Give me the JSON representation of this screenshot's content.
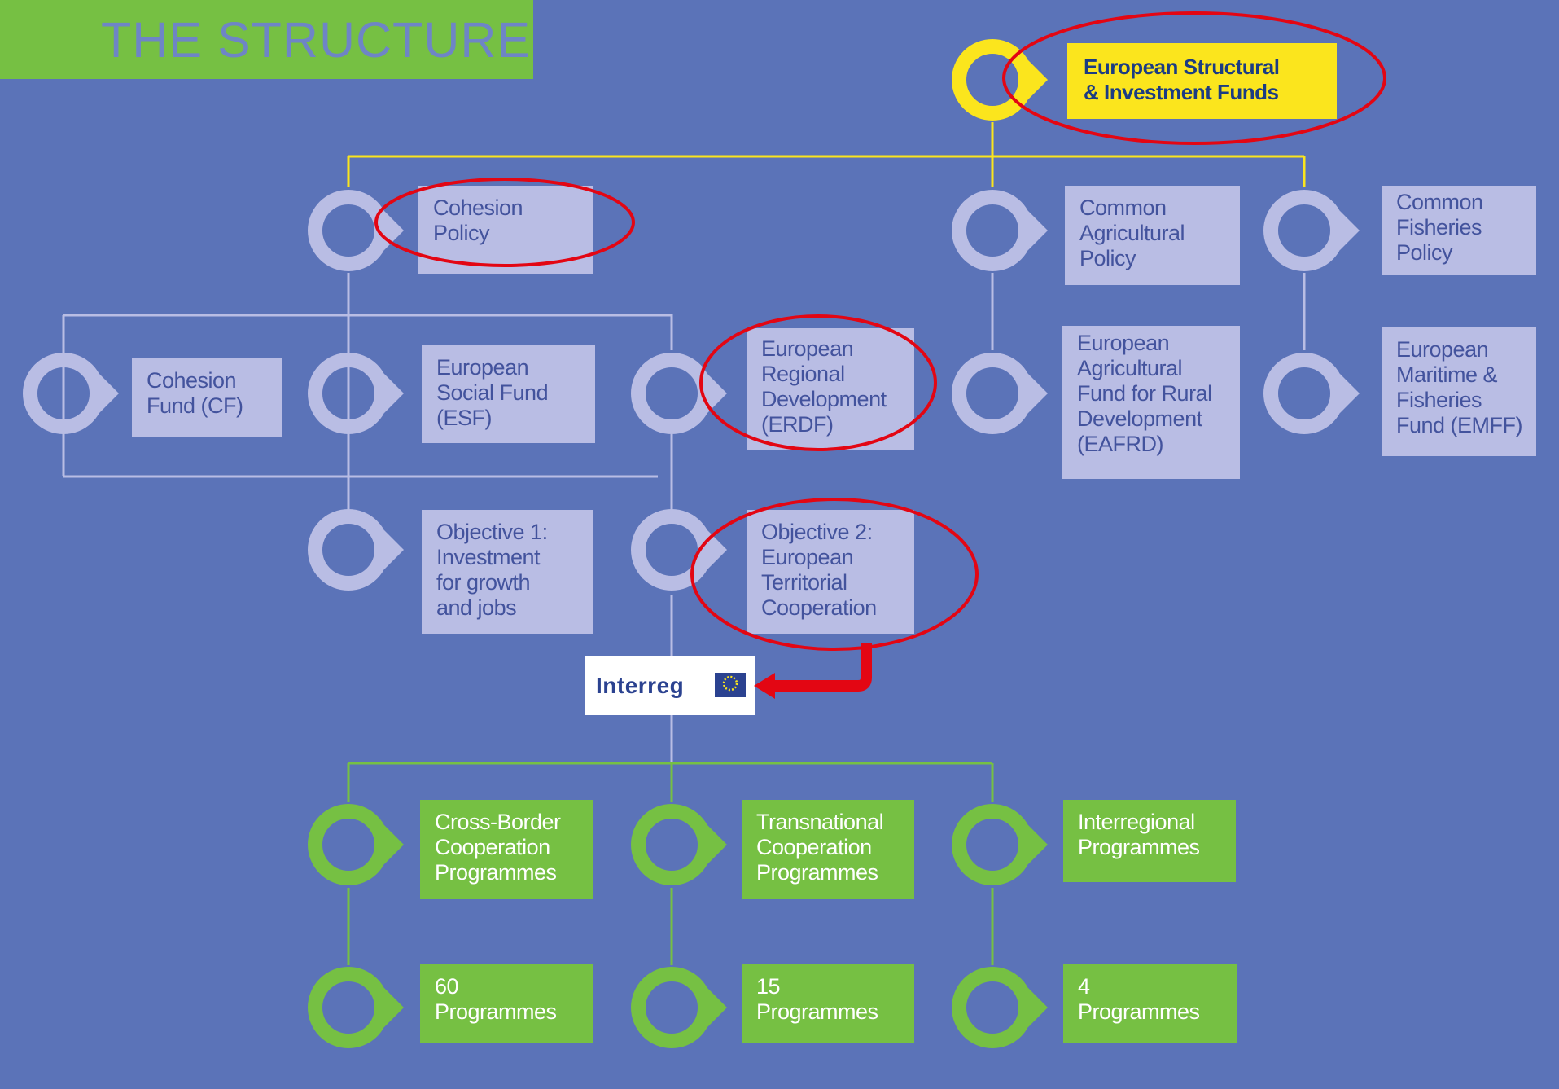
{
  "title": "THE STRUCTURE",
  "colors": {
    "background": "#5b73b8",
    "title_bar": "#76c043",
    "fund_yellow": "#fbe51d",
    "policy_lavender": "#b9bde4",
    "programme_green": "#76c043",
    "highlight_red": "#e30613"
  },
  "nodes": {
    "esif": "European Structural & Investment Funds",
    "cohesion_policy": "Cohesion Policy",
    "cap": "Common Agricultural Policy",
    "cfp": "Common Fisheries Policy",
    "cf": "Cohesion Fund (CF)",
    "esf": "European Social Fund (ESF)",
    "erdf": "European Regional Development (ERDF)",
    "eafrd": "European Agricultural Fund for Rural Development (EAFRD)",
    "emff": "European Maritime & Fisheries Fund (EMFF)",
    "obj1": "Objective 1: Investment for growth and jobs",
    "obj2": "Objective 2: European Territorial Cooperation",
    "cross_border": "Cross-Border Cooperation Programmes",
    "transnational": "Transnational Cooperation Programmes",
    "interregional": "Interregional Programmes",
    "cb_count": "60 Programmes",
    "tn_count": "15 Programmes",
    "ir_count": "4 Programmes"
  },
  "lines": {
    "esif": [
      "European Structural",
      "& Investment Funds"
    ],
    "cohesion_policy": [
      "Cohesion",
      "Policy"
    ],
    "cap": [
      "Common",
      "Agricultural",
      "Policy"
    ],
    "cfp": [
      "Common",
      "Fisheries",
      "Policy"
    ],
    "cf": [
      "Cohesion",
      "Fund (CF)"
    ],
    "esf": [
      "European",
      "Social Fund",
      "(ESF)"
    ],
    "erdf": [
      "European",
      "Regional",
      "Development",
      "(ERDF)"
    ],
    "eafrd": [
      "European",
      "Agricultural",
      "Fund for Rural",
      "Development",
      "(EAFRD)"
    ],
    "emff": [
      "European",
      "Maritime &",
      "Fisheries",
      "Fund (EMFF)"
    ],
    "obj1": [
      "Objective 1:",
      "Investment",
      "for growth",
      "and jobs"
    ],
    "obj2": [
      "Objective 2:",
      "European",
      "Territorial",
      "Cooperation"
    ],
    "cross_border": [
      "Cross-Border",
      "Cooperation",
      "Programmes"
    ],
    "transnational": [
      "Transnational",
      "Cooperation",
      "Programmes"
    ],
    "interregional": [
      "Interregional",
      "Programmes"
    ],
    "cb_count": [
      "60",
      "Programmes"
    ],
    "tn_count": [
      "15",
      "Programmes"
    ],
    "ir_count": [
      "4",
      "Programmes"
    ]
  },
  "interreg": {
    "logo_text": "Interreg",
    "flag_icon": "eu-flag-icon"
  },
  "highlighted": [
    "esif",
    "cohesion_policy",
    "erdf",
    "obj2"
  ]
}
